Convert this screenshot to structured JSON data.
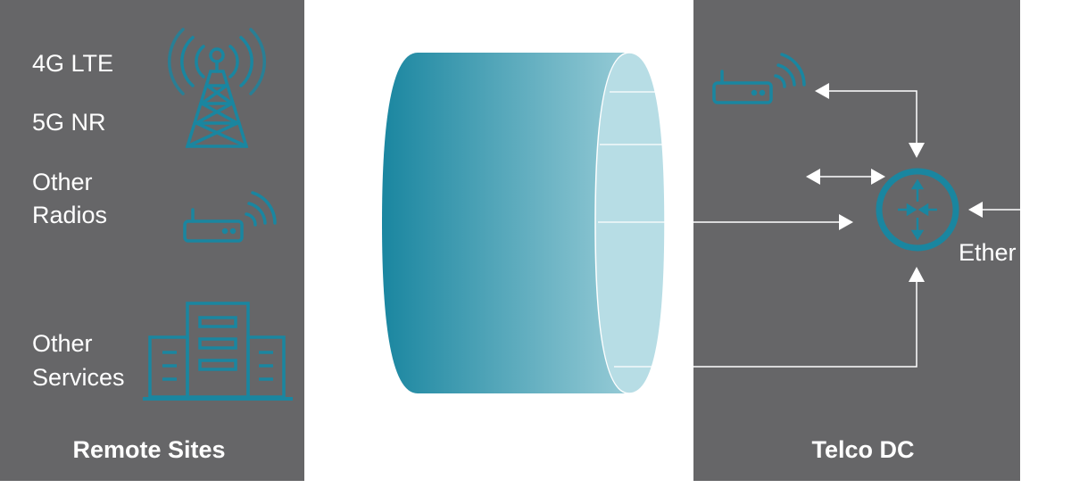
{
  "colors": {
    "panel": "#666668",
    "accent": "#1a86a0",
    "pipe_dark": "#1a86a0",
    "pipe_light": "#a8d5de",
    "text": "#ffffff",
    "background": "#ffffff"
  },
  "left_panel": {
    "title": "Remote Sites",
    "items": [
      {
        "label": "4G LTE",
        "icon": "cell-tower-icon"
      },
      {
        "label": "5G NR",
        "icon": "cell-tower-icon"
      },
      {
        "label_lines": [
          "Other",
          "Radios"
        ],
        "icon": "wireless-router-icon"
      },
      {
        "label_lines": [
          "Other",
          "Services"
        ],
        "icon": "office-buildings-icon"
      }
    ]
  },
  "center": {
    "icon": "pipe-cylinder-icon"
  },
  "right_panel": {
    "title": "Telco DC",
    "router_icon": "network-router-icon",
    "radio_icon": "wireless-router-icon",
    "ethernet_label": "Ether"
  }
}
